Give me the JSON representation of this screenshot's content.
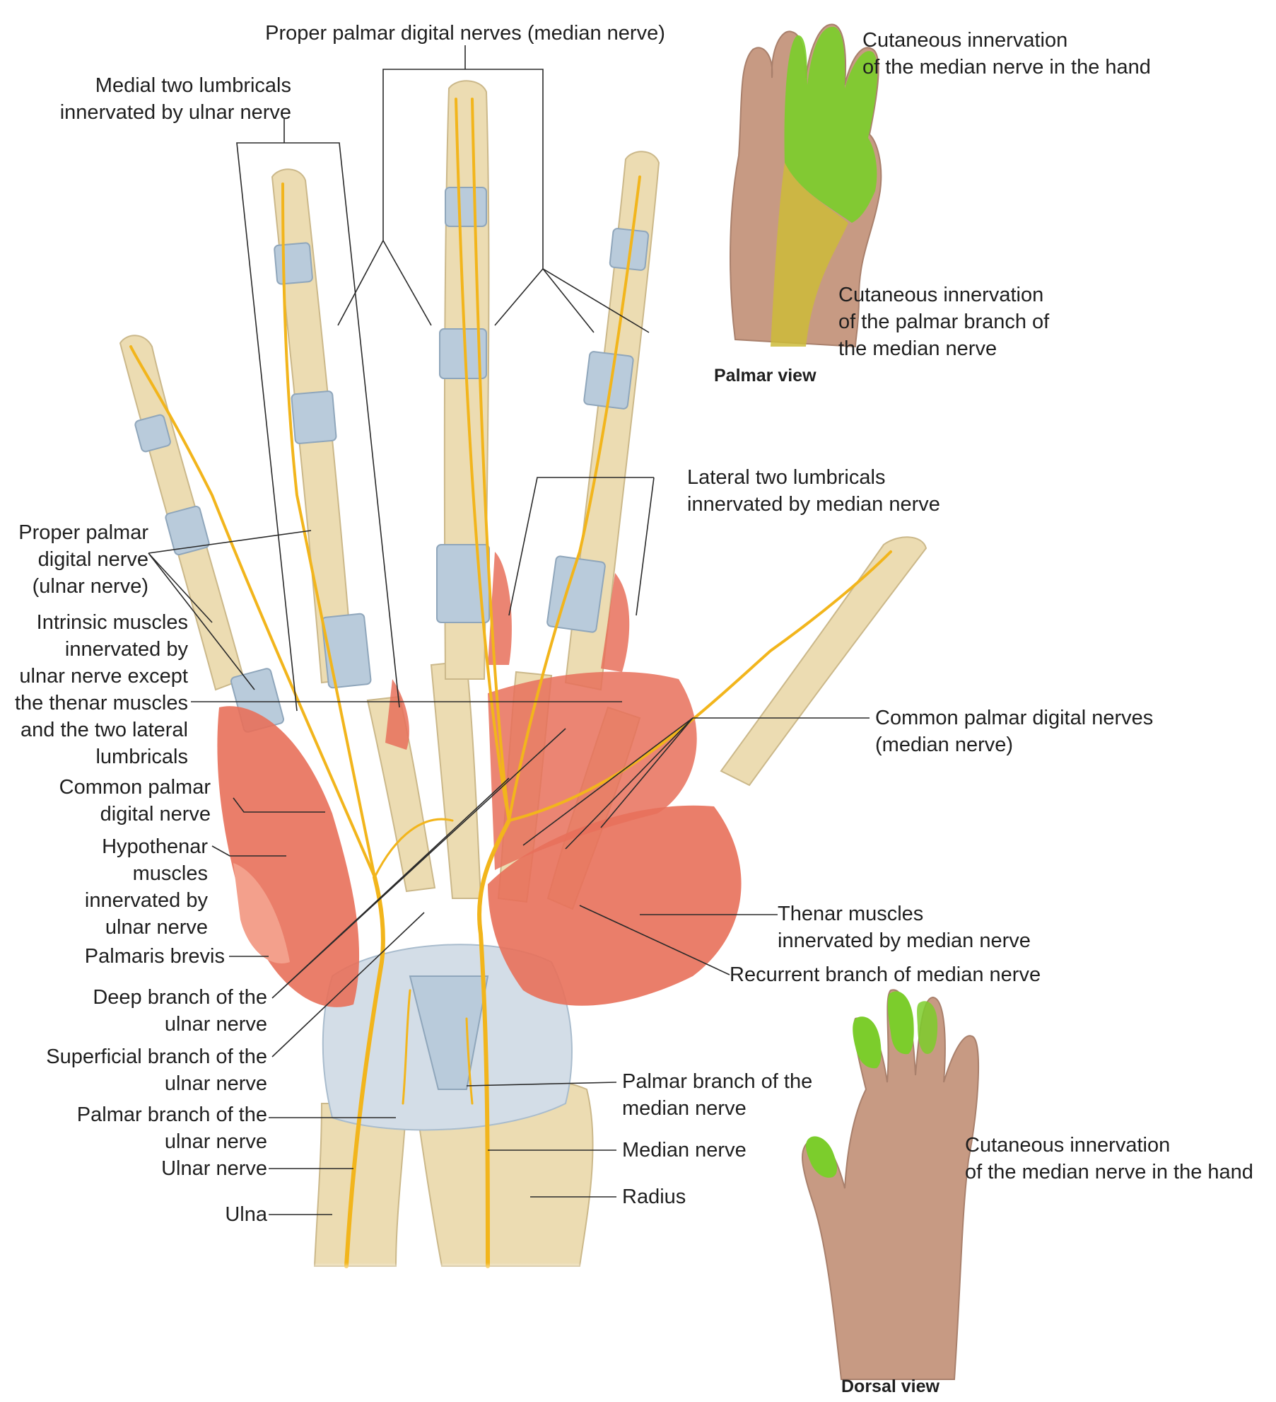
{
  "labels": {
    "proper_palmar_digital_median": "Proper palmar digital nerves (median nerve)",
    "medial_two_lumbricals": "Medial two lumbricals\ninnervated by ulnar nerve",
    "cutaneous_median_palmar": "Cutaneous innervation\nof the median nerve in the hand",
    "cutaneous_palmar_branch": "Cutaneous innervation\nof the palmar branch of\nthe median nerve",
    "palmar_view": "Palmar view",
    "lateral_two_lumbricals": "Lateral two lumbricals\ninnervated by median nerve",
    "proper_palmar_digital_ulnar": "Proper palmar\ndigital nerve\n(ulnar nerve)",
    "intrinsic_muscles": "Intrinsic muscles\ninnervated by\nulnar nerve except\nthe thenar muscles\nand the two lateral\nlumbricals",
    "common_palmar_digital_median": "Common palmar digital nerves\n(median nerve)",
    "common_palmar_digital_nerve": "Common palmar\ndigital nerve",
    "hypothenar_muscles": "Hypothenar\nmuscles\ninnervated by\nulnar nerve",
    "palmaris_brevis": "Palmaris brevis",
    "thenar_muscles": "Thenar muscles\ninnervated by median nerve",
    "recurrent_branch": "Recurrent branch of median nerve",
    "deep_branch_ulnar": "Deep branch of the\nulnar nerve",
    "superficial_branch_ulnar": "Superficial branch of the\nulnar nerve",
    "palmar_branch_median": "Palmar branch of the\nmedian nerve",
    "palmar_branch_ulnar": "Palmar branch of the\nulnar nerve",
    "median_nerve": "Median nerve",
    "ulnar_nerve": "Ulnar nerve",
    "cutaneous_median_dorsal": "Cutaneous innervation\nof the median nerve in the hand",
    "radius": "Radius",
    "ulna": "Ulna",
    "dorsal_view": "Dorsal view"
  },
  "colors": {
    "bone": "#ecdcb2",
    "bone_shadow": "#cbb88a",
    "tendon_sheath": "#b9cbdb",
    "ligament": "#d3dde7",
    "muscle": "#e8705a",
    "muscle_light": "#f3a08c",
    "nerve": "#f2b51c",
    "nerve_dark": "#c98a10",
    "skin": "#c79a83",
    "skin_dark": "#a9806c",
    "median_area": "#7ccd2c",
    "palmar_branch_area": "#cdbb3a",
    "leader_line": "#2a2a2a"
  },
  "icons": [
    "palmar-hand-illustration",
    "dorsal-hand-illustration",
    "hand-anatomy-illustration"
  ]
}
